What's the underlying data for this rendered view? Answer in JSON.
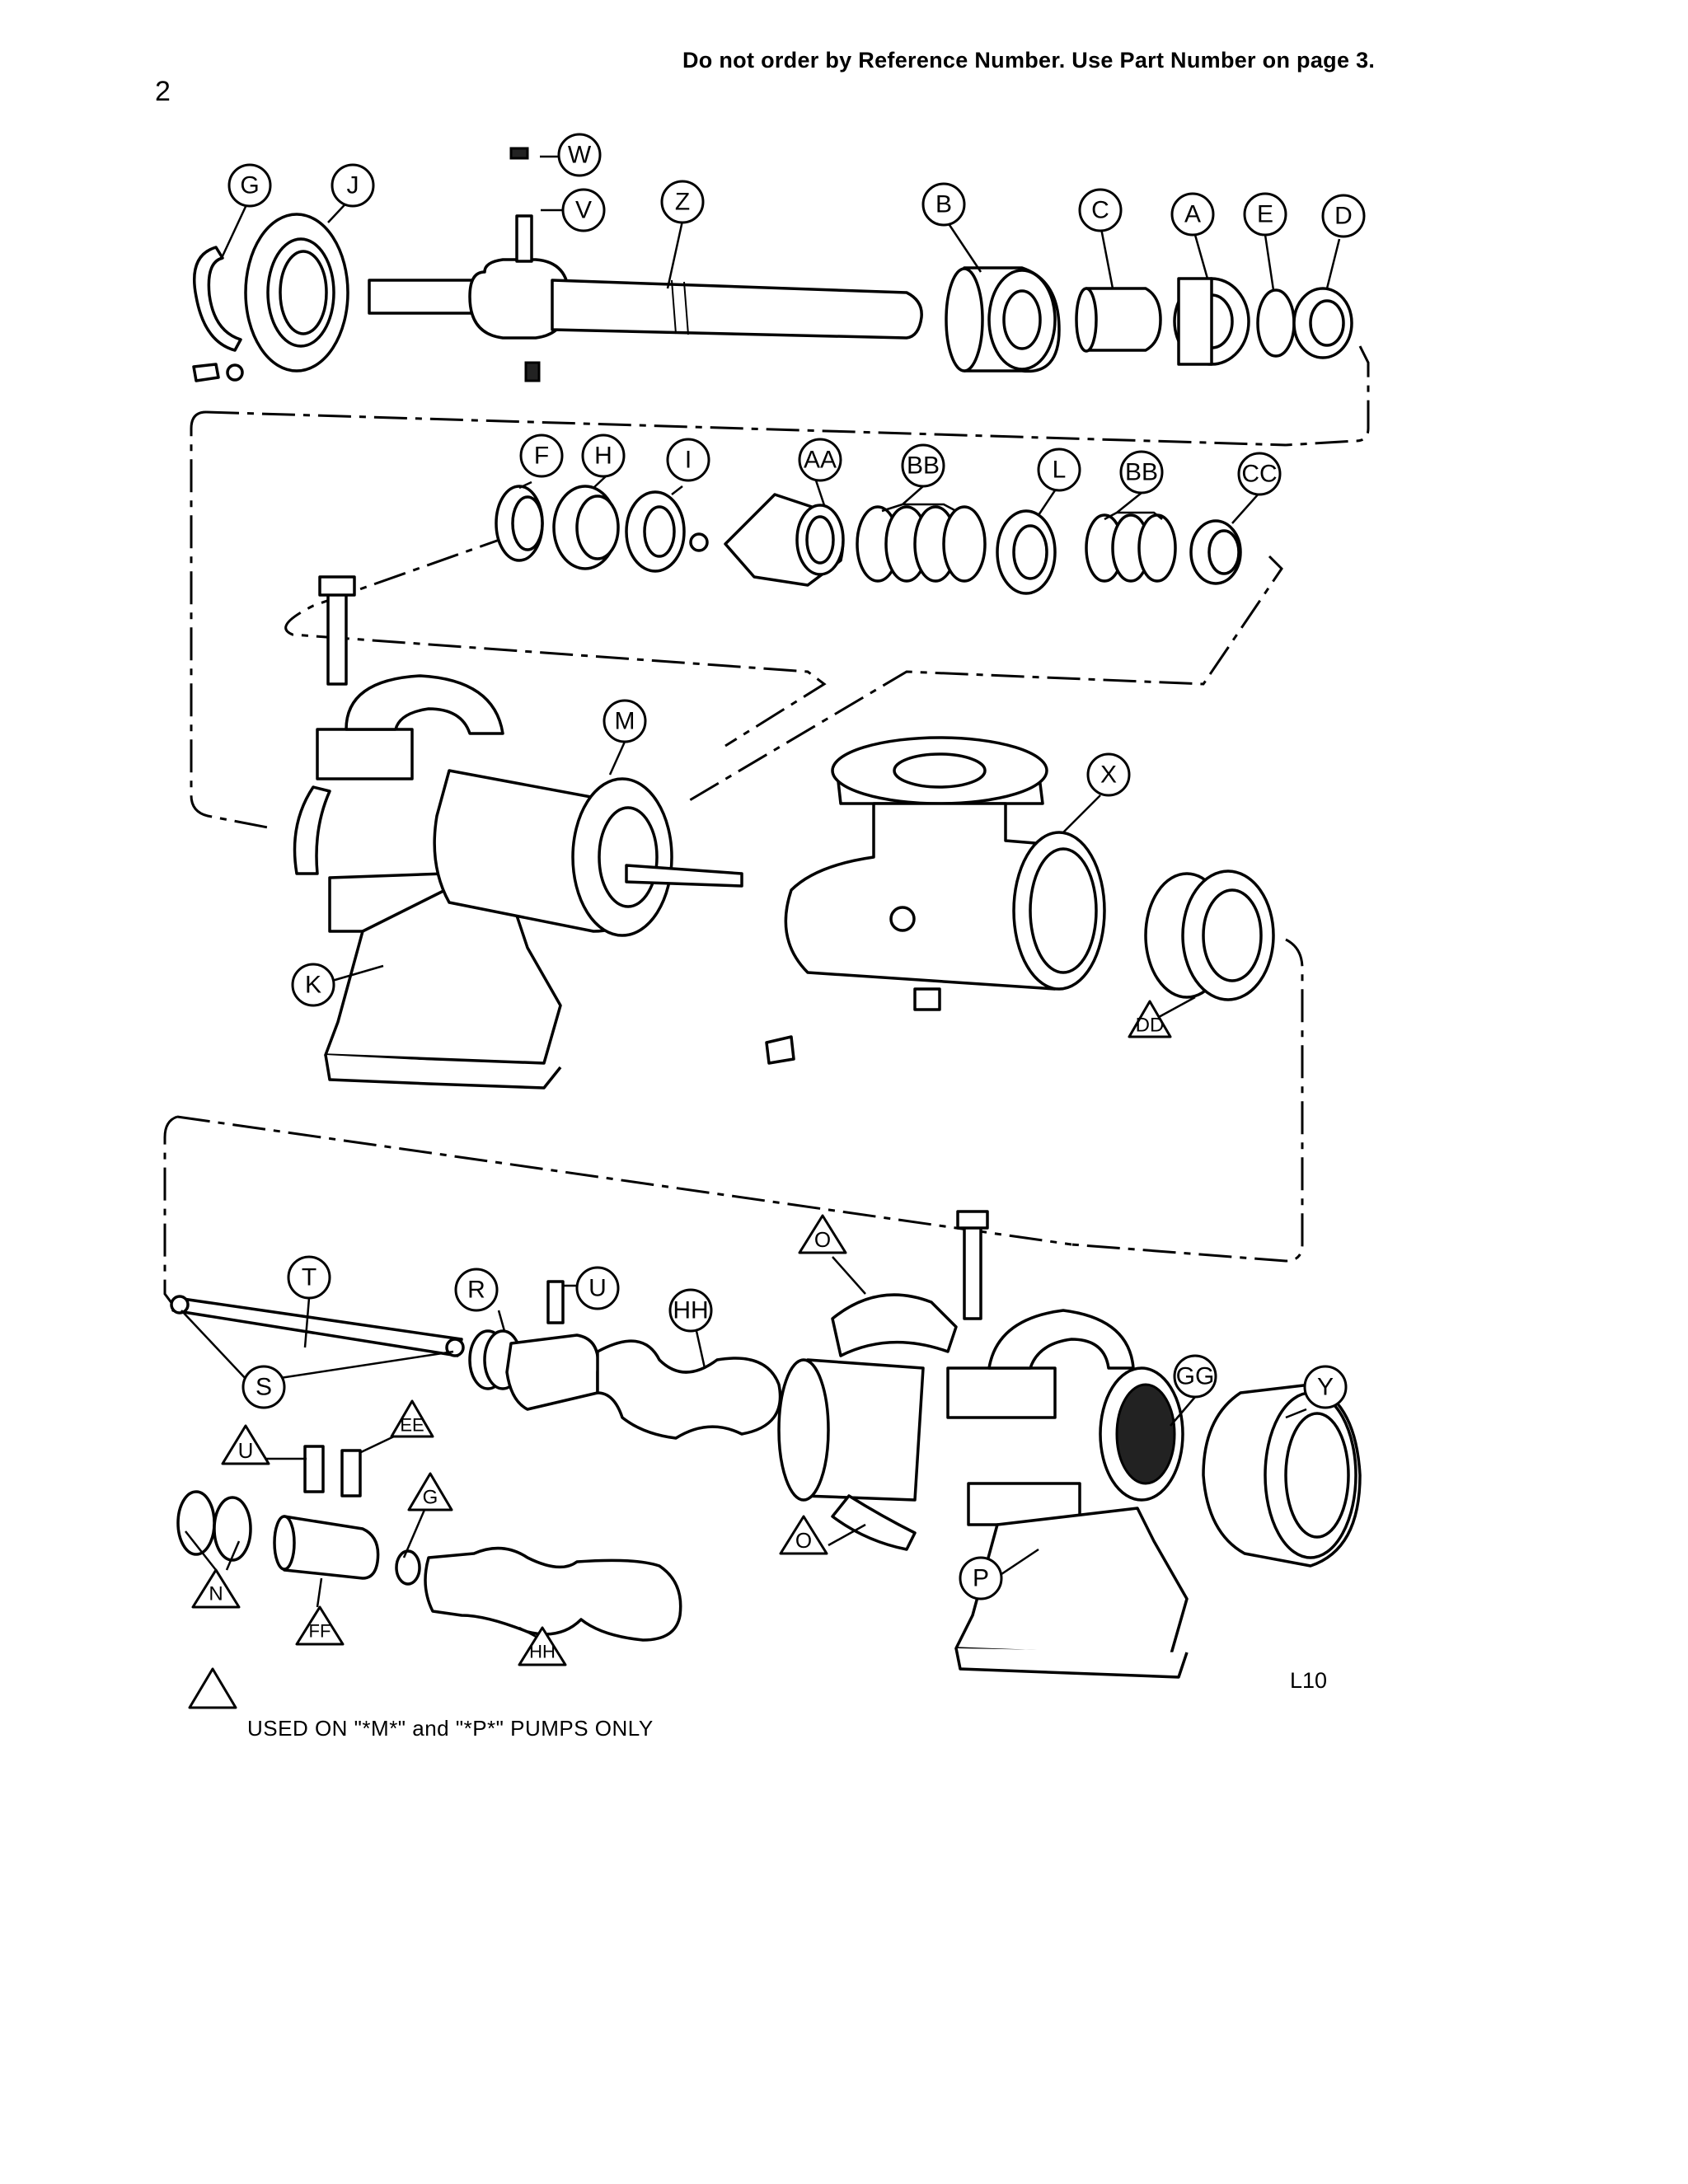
{
  "page": {
    "number": "2",
    "header_note": "Do not order by Reference Number. Use Part Number on page 3.",
    "figure_id": "L10",
    "legend_note": "USED ON \"*M*\" and \"*P*\" PUMPS ONLY"
  },
  "callouts_circle": [
    "W",
    "G",
    "J",
    "V",
    "Z",
    "B",
    "C",
    "A",
    "E",
    "D",
    "F",
    "H",
    "I",
    "AA",
    "BB",
    "L",
    "BB",
    "CC",
    "M",
    "X",
    "K",
    "T",
    "R",
    "U",
    "HH",
    "S",
    "GG",
    "Y",
    "P"
  ],
  "callouts_triangle": [
    "DD",
    "O",
    "EE",
    "U",
    "G",
    "N",
    "FF",
    "HH",
    "O"
  ]
}
